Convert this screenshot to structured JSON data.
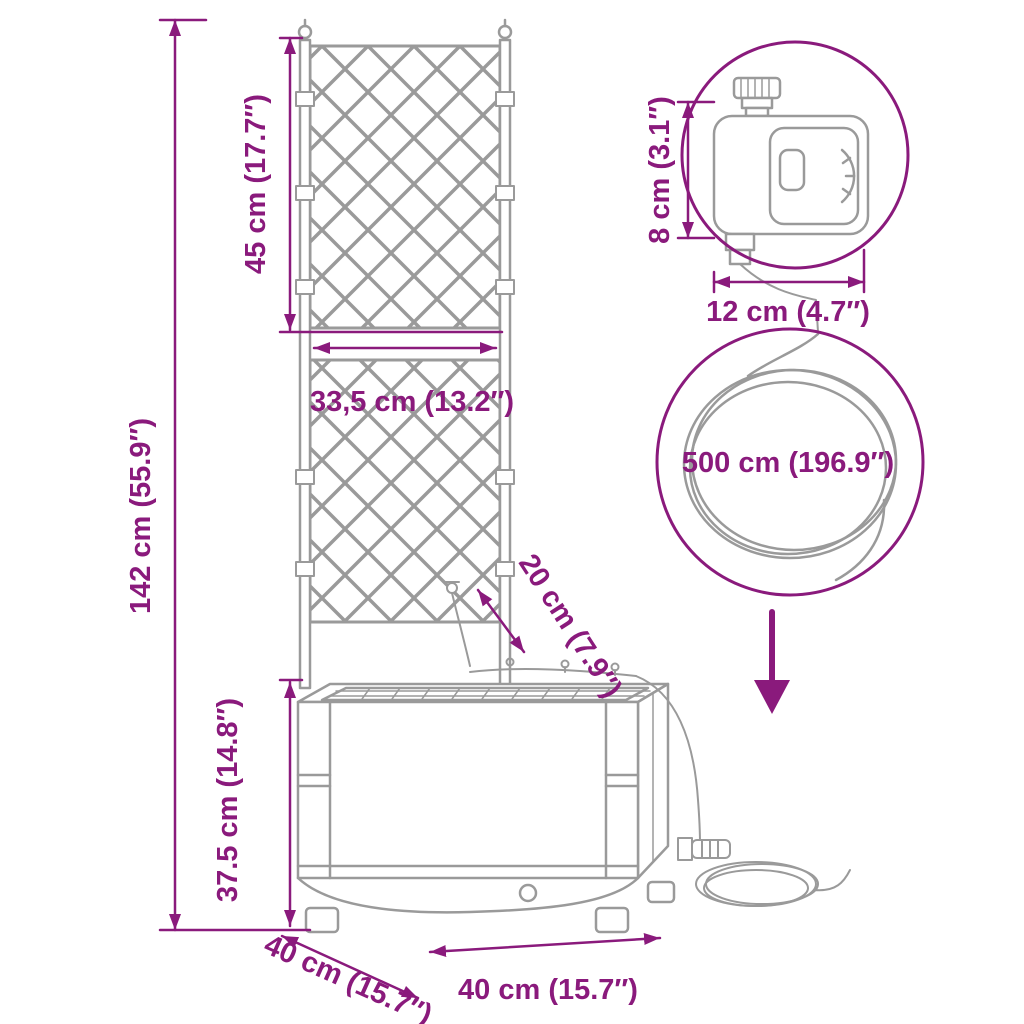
{
  "page": {
    "background": "#ffffff",
    "description_label": "Garden planter with trellis and irrigation kit dimension diagram"
  },
  "colors": {
    "dimension": "#8a1a7c",
    "drawing": "#9a9a9a",
    "background": "#ffffff"
  },
  "diagram": {
    "dimensions": {
      "total_height": "142 cm (55.9″)",
      "trellis_panel_height": "45 cm (17.7″)",
      "trellis_width": "33,5 cm (13.2″)",
      "planter_height": "37.5 cm (14.8″)",
      "planter_depth": "40 cm (15.7″)",
      "planter_width": "40 cm (15.7″)",
      "riser_length": "20 cm (7.9″)",
      "timer_height": "8 cm (3.1″)",
      "timer_width": "12 cm (4.7″)",
      "hose_length": "500 cm (196.9″)"
    }
  }
}
